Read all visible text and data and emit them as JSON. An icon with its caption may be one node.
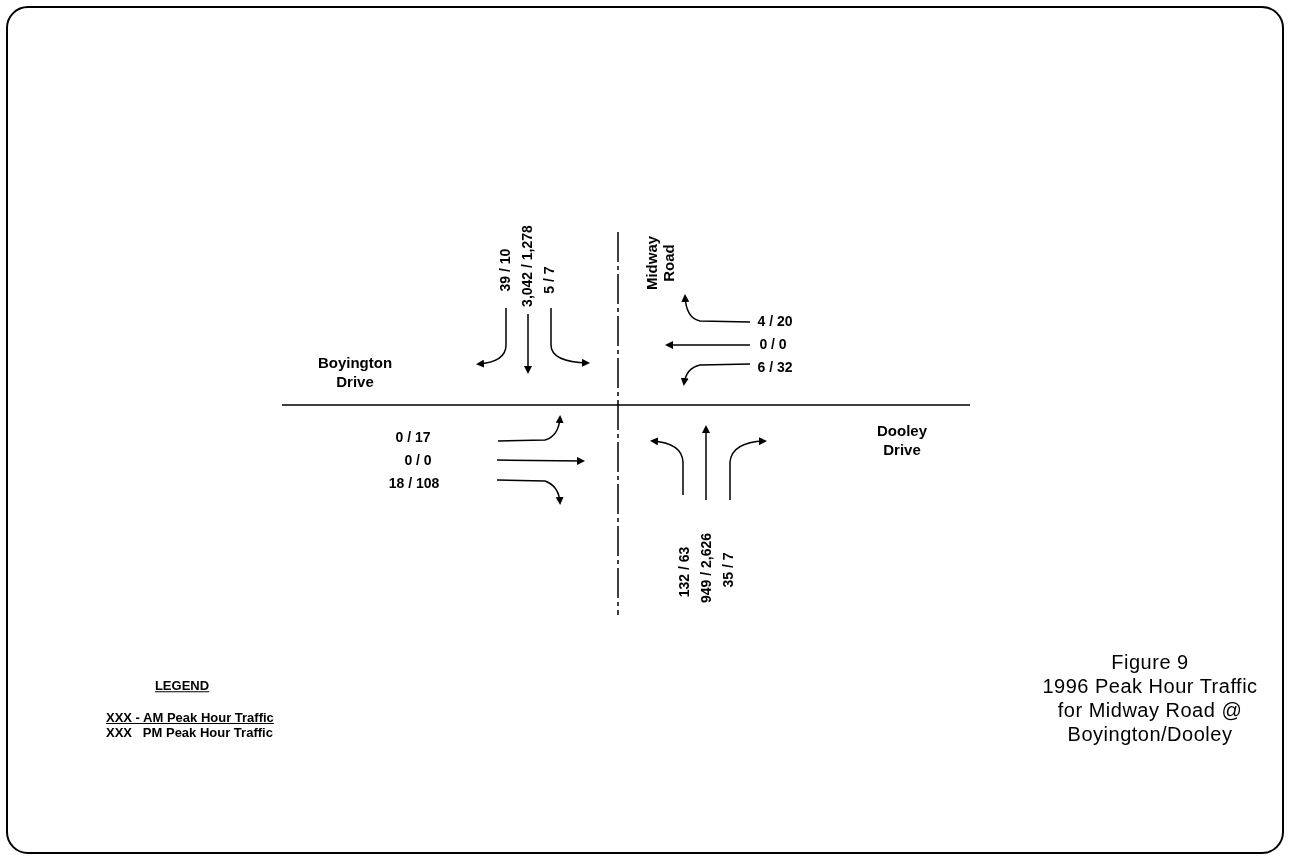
{
  "diagram": {
    "title": "Figure 9",
    "caption": "1996 Peak Hour Traffic for Midway Road @ Boyington/Dooley",
    "labels": [
      "Midway Road",
      "39 / 10",
      "3,042 / 1,278",
      "5 / 7",
      "4 / 20",
      "Boyington Drive",
      "0 / 0",
      "6 / 32",
      "0 / 17",
      "Dooley Drive",
      "0 / 0",
      "18 / 108",
      "132 / 63",
      "949 / 2,626",
      "35 / 7",
      "LEGEND"
    ],
    "legend": [
      {
        "text": "XXX - AM Peak Hour Traffic"
      },
      {
        "text": "XXX   PM Peak Hour Traffic"
      }
    ]
  }
}
